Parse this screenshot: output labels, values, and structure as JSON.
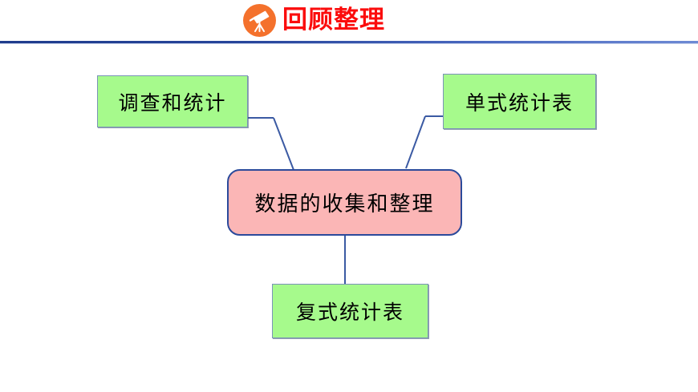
{
  "header": {
    "title": "回顾整理",
    "icon": "telescope-icon",
    "icon_bg_color": "#F4712C",
    "title_color": "#FB0D0D",
    "rule_color": "#1F3C8C"
  },
  "diagram": {
    "type": "mind-map",
    "center": {
      "label": "数据的收集和整理",
      "fill_color": "#FBB6B6",
      "border_color": "#2B4A9B",
      "shape": "rounded-rectangle"
    },
    "nodes": [
      {
        "id": "survey",
        "label": "调查和统计",
        "fill_color": "#A6FA8C",
        "border_color": "#7A93B8",
        "position": "top-left"
      },
      {
        "id": "single-table",
        "label": "单式统计表",
        "fill_color": "#A6FA8C",
        "border_color": "#7A93B8",
        "position": "top-right"
      },
      {
        "id": "compound-table",
        "label": "复式统计表",
        "fill_color": "#A6FA8C",
        "border_color": "#7A93B8",
        "position": "bottom"
      }
    ],
    "connector_color": "#3B5AA3",
    "connections": [
      {
        "from": "survey",
        "to": "center"
      },
      {
        "from": "single-table",
        "to": "center"
      },
      {
        "from": "center",
        "to": "compound-table"
      }
    ]
  }
}
